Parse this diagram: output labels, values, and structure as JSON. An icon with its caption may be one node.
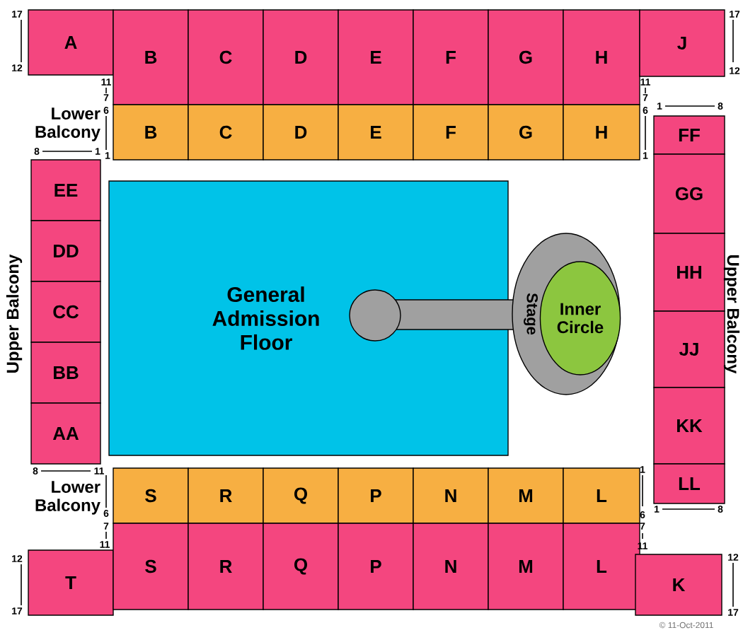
{
  "diagram": {
    "nodes": [
      {
        "text": [
          "A"
        ]
      },
      {
        "text": [
          "B"
        ]
      },
      {
        "text": [
          "C"
        ]
      },
      {
        "text": [
          "D"
        ]
      },
      {
        "text": [
          "E"
        ]
      },
      {
        "text": [
          "F"
        ]
      },
      {
        "text": [
          "G"
        ]
      },
      {
        "text": [
          "H"
        ]
      },
      {
        "text": [
          "J"
        ]
      },
      {
        "text": [
          "B"
        ]
      },
      {
        "text": [
          "C"
        ]
      },
      {
        "text": [
          "D"
        ]
      },
      {
        "text": [
          "E"
        ]
      },
      {
        "text": [
          "F"
        ]
      },
      {
        "text": [
          "G"
        ]
      },
      {
        "text": [
          "H"
        ]
      },
      {
        "text": [
          "EE"
        ]
      },
      {
        "text": [
          "DD"
        ]
      },
      {
        "text": [
          "CC"
        ]
      },
      {
        "text": [
          "BB"
        ]
      },
      {
        "text": [
          "AA"
        ]
      },
      {
        "text": [
          "General Admission Floor"
        ]
      },
      {
        "text": [
          "Stage"
        ]
      },
      {
        "text": [
          "Inner Circle"
        ],
        "in": 22
      },
      {
        "text": [
          "FF"
        ]
      },
      {
        "text": [
          "GG"
        ]
      },
      {
        "text": [
          "HH"
        ]
      },
      {
        "text": [
          "JJ"
        ]
      },
      {
        "text": [
          "KK"
        ]
      },
      {
        "text": [
          "LL"
        ]
      },
      {
        "text": [
          "S"
        ]
      },
      {
        "text": [
          "R"
        ]
      },
      {
        "text": [
          "Q"
        ]
      },
      {
        "text": [
          "P"
        ]
      },
      {
        "text": [
          "N"
        ]
      },
      {
        "text": [
          "M"
        ]
      },
      {
        "text": [
          "L"
        ]
      },
      {
        "text": [
          "T"
        ]
      },
      {
        "text": [
          "S"
        ]
      },
      {
        "text": [
          "R"
        ]
      },
      {
        "text": [
          "Q"
        ]
      },
      {
        "text": [
          "P"
        ]
      },
      {
        "text": [
          "N"
        ]
      },
      {
        "text": [
          "M"
        ]
      },
      {
        "text": [
          "L"
        ]
      },
      {
        "text": [
          "K"
        ]
      }
    ],
    "labels": [
      "17",
      "17",
      "12",
      "12",
      "11",
      "11",
      "7",
      "7",
      "6",
      "6",
      "Lower Balcony",
      "1",
      "8",
      "8",
      "1",
      "1",
      "1",
      "Upper Balcony",
      "Upper Balcony",
      "8",
      "11",
      "1",
      "1",
      "8",
      "Lower Balcony",
      "6",
      "6",
      "7",
      "7",
      "11",
      "11",
      "12",
      "12",
      "17",
      "17",
      "© 11-Oct-2011"
    ]
  }
}
